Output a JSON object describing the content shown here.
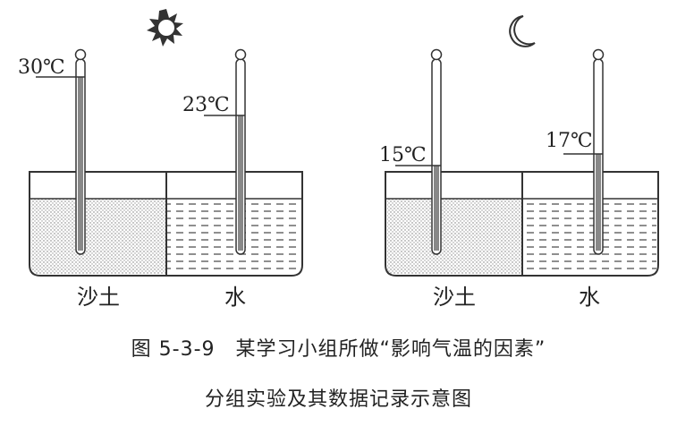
{
  "scenes": {
    "day": {
      "sand_label": "沙土",
      "water_label": "水",
      "sand_temp": "30℃",
      "water_temp": "23℃"
    },
    "night": {
      "sand_label": "沙土",
      "water_label": "水",
      "sand_temp": "15℃",
      "water_temp": "17℃"
    }
  },
  "caption": {
    "line1": "图 5-3-9　某学习小组所做“影响气温的因素”",
    "line2": "分组实验及其数据记录示意图"
  }
}
